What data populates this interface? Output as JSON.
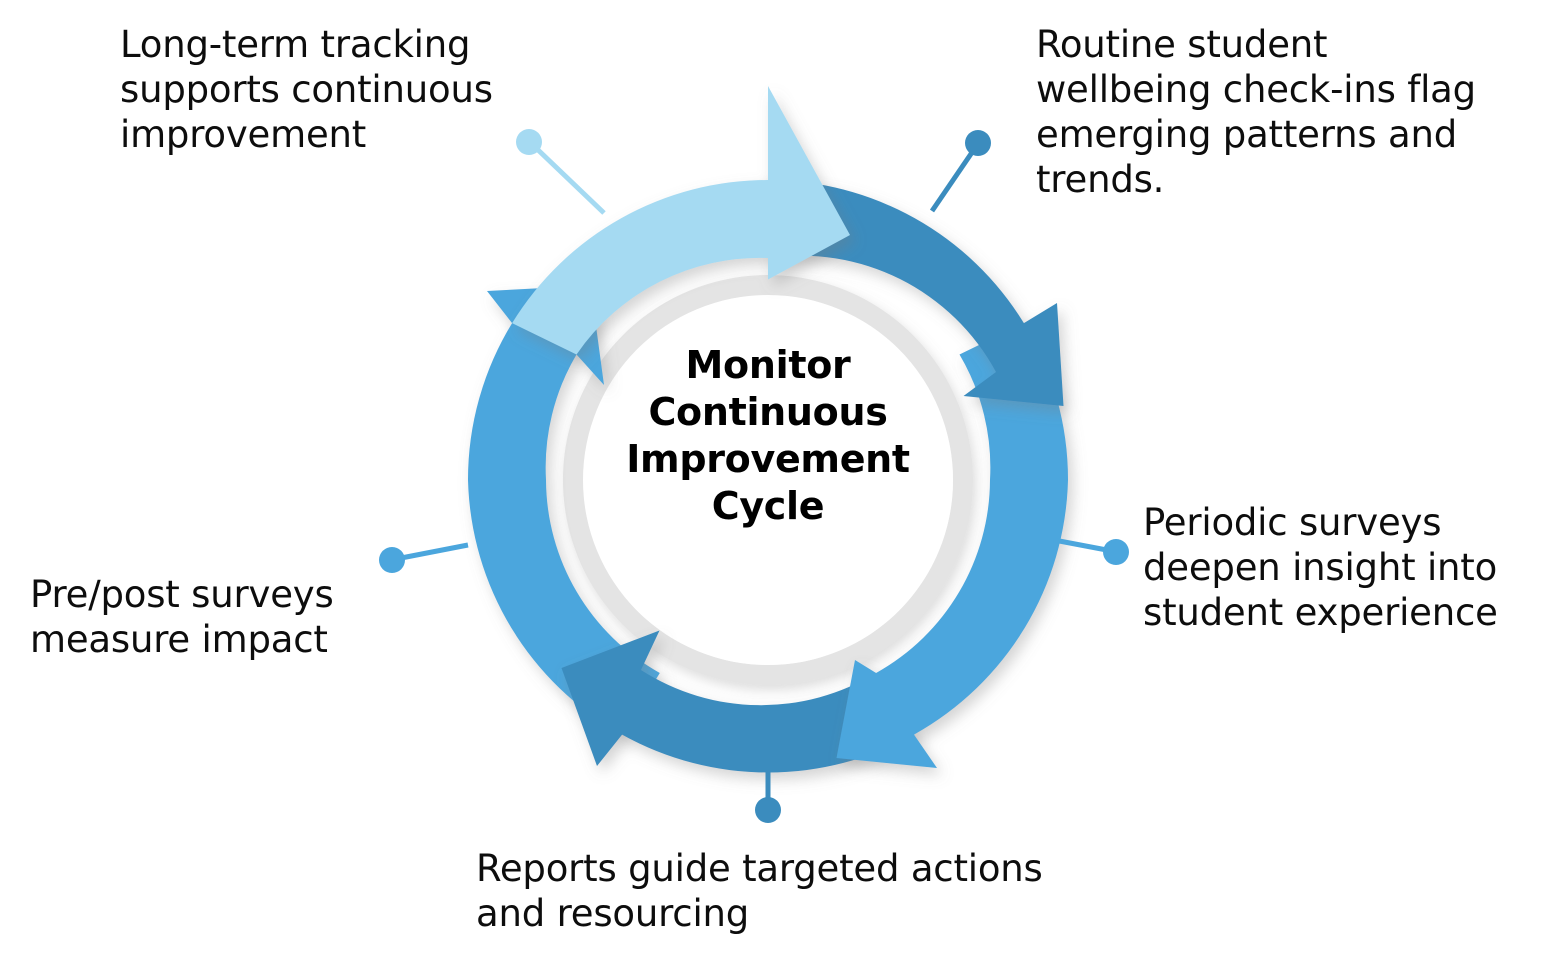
{
  "diagram": {
    "type": "cycle-diagram",
    "title": "Monitor Continuous Improvement Cycle",
    "center": {
      "lines": [
        "Monitor",
        "Continuous",
        "Improvement",
        "Cycle"
      ],
      "text": "Monitor\nContinuous\nImprovement\nCycle"
    },
    "colors": {
      "light_blue": "#A5DAF2",
      "medium_blue": "#4BA6DD",
      "dark_blue": "#3B8CBE",
      "ring_gray": "#E4E4E4",
      "center_white": "#FFFFFF",
      "text_black": "#0D0D0D",
      "background": "#FFFFFF"
    },
    "segments": [
      {
        "id": "segment-top-left",
        "color": "#A5DAF2",
        "start_angle_deg": 288,
        "end_angle_deg": 360,
        "label": "Long-term tracking supports continuous improvement",
        "connector_dot_color": "#A5DAF2"
      },
      {
        "id": "segment-top-right",
        "color": "#3B8CBE",
        "start_angle_deg": 0,
        "end_angle_deg": 72,
        "label": "Routine student wellbeing check-ins flag emerging patterns and trends.",
        "connector_dot_color": "#3B8CBE"
      },
      {
        "id": "segment-right",
        "color": "#4BA6DD",
        "start_angle_deg": 72,
        "end_angle_deg": 144,
        "label": "Periodic surveys deepen insight into student experience",
        "connector_dot_color": "#4BA6DD"
      },
      {
        "id": "segment-bottom",
        "color": "#3B8CBE",
        "start_angle_deg": 144,
        "end_angle_deg": 216,
        "label": "Reports guide targeted actions and resourcing",
        "connector_dot_color": "#3B8CBE"
      },
      {
        "id": "segment-left",
        "color": "#4BA6DD",
        "start_angle_deg": 216,
        "end_angle_deg": 288,
        "label": "Pre/post surveys measure impact",
        "connector_dot_color": "#4BA6DD"
      }
    ],
    "callouts": {
      "top_left": "Long-term tracking\nsupports continuous\nimprovement",
      "top_right": "Routine student\nwellbeing check-ins flag\nemerging patterns and\ntrends.",
      "right": "Periodic surveys\ndeepen insight into\nstudent experience",
      "bottom": "Reports guide targeted actions\nand resourcing",
      "left": "Pre/post surveys\nmeasure impact"
    }
  }
}
